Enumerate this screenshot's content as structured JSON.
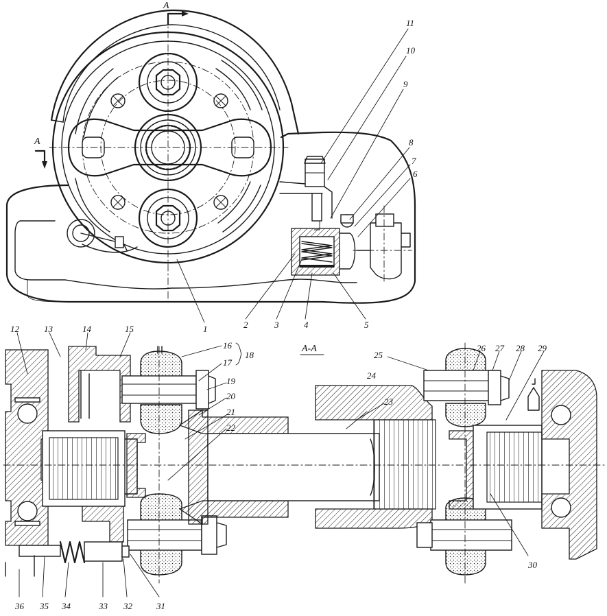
{
  "figure": {
    "section_title": "A-A",
    "section_marker": "A",
    "part_numbers": [
      "1",
      "2",
      "3",
      "4",
      "5",
      "6",
      "7",
      "8",
      "9",
      "10",
      "11",
      "12",
      "13",
      "14",
      "15",
      "16",
      "17",
      "18",
      "19",
      "20",
      "21",
      "22",
      "23",
      "24",
      "25",
      "26",
      "27",
      "28",
      "29",
      "30",
      "31",
      "32",
      "33",
      "34",
      "35",
      "36"
    ]
  }
}
